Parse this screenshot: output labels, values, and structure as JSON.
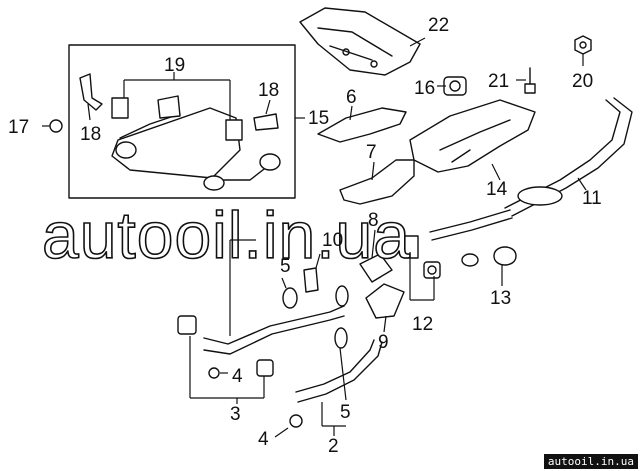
{
  "callouts": {
    "c2": "2",
    "c3": "3",
    "c4a": "4",
    "c4b": "4",
    "c5a": "5",
    "c5b": "5",
    "c6": "6",
    "c7": "7",
    "c8": "8",
    "c9": "9",
    "c10": "10",
    "c11": "11",
    "c12": "12",
    "c13": "13",
    "c14": "14",
    "c15": "15",
    "c16": "16",
    "c17": "17",
    "c18a": "18",
    "c18b": "18",
    "c19": "19",
    "c20": "20",
    "c21": "21",
    "c22": "22"
  },
  "watermark": {
    "text": "autooil.in.ua"
  },
  "footer": {
    "site": "autooil.in.ua"
  }
}
